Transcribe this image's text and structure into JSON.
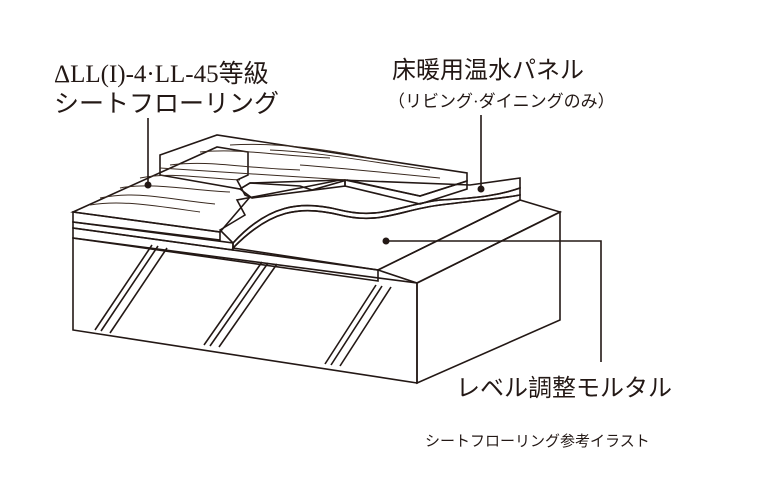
{
  "labels": {
    "flooring_grade": "ΔLL(I)-4·LL-45等級",
    "flooring_type": "シートフローリング",
    "heating_panel": "床暖用温水パネル",
    "heating_panel_note": "（リビング·ダイニングのみ）",
    "mortar": "レベル調整モルタル",
    "caption": "シートフローリング参考イラスト"
  },
  "colors": {
    "wood": "#f2d5c0",
    "panel": "#8aa9b4",
    "mortar": "#fdf8dc",
    "concrete": "#e6e6e6",
    "line": "#231815"
  }
}
